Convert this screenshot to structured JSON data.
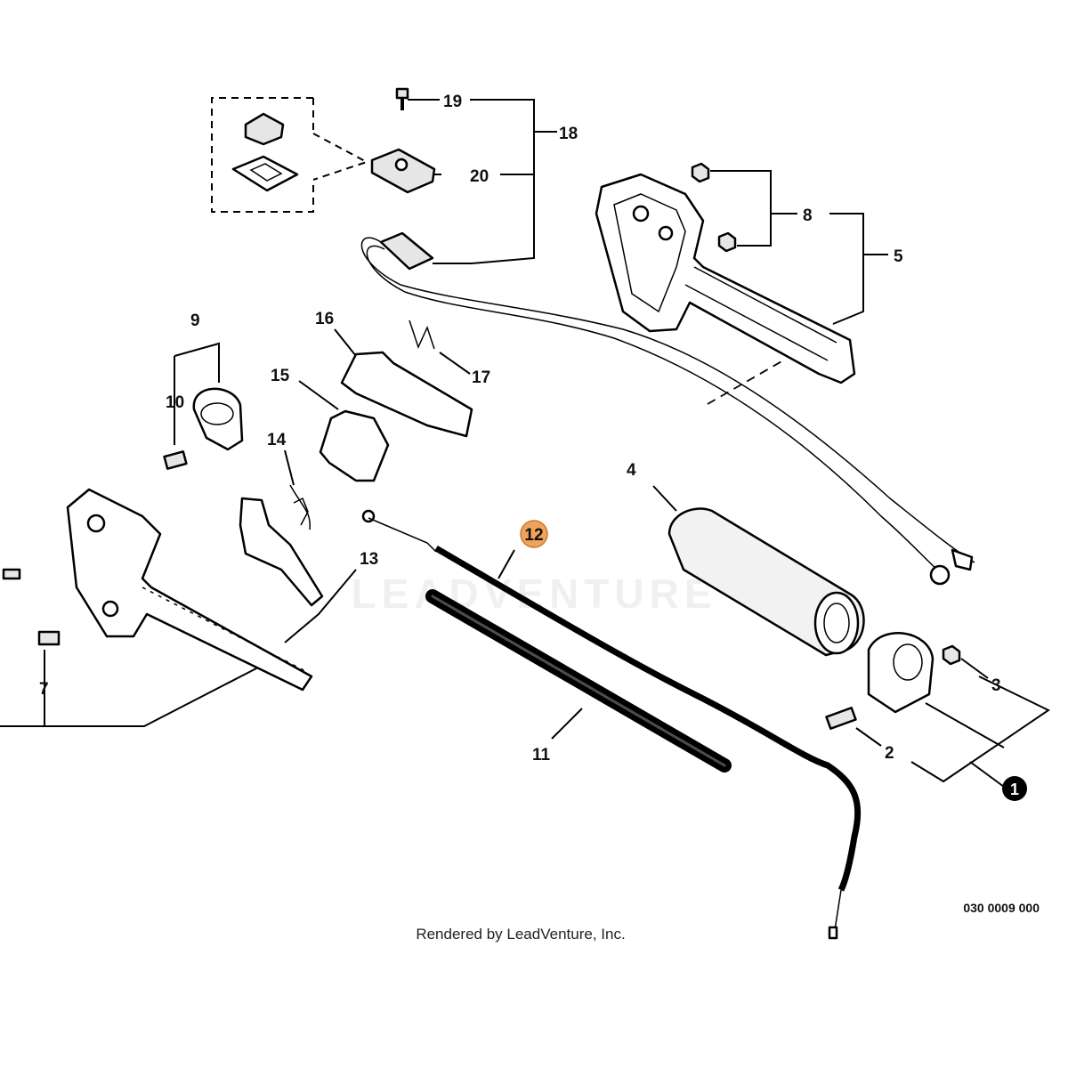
{
  "diagram": {
    "labels": {
      "l1": "1",
      "l2": "2",
      "l3": "3",
      "l4": "4",
      "l5": "5",
      "l7": "7",
      "l8": "8",
      "l9": "9",
      "l10": "10",
      "l11": "11",
      "l12": "12",
      "l13": "13",
      "l14": "14",
      "l15": "15",
      "l16": "16",
      "l17": "17",
      "l18": "18",
      "l19": "19",
      "l20": "20"
    },
    "highlight_color": "#f0a35a",
    "diagram_code": "030 0009 000",
    "caption": "Rendered by LeadVenture, Inc.",
    "watermark": "LEADVENTURE"
  }
}
